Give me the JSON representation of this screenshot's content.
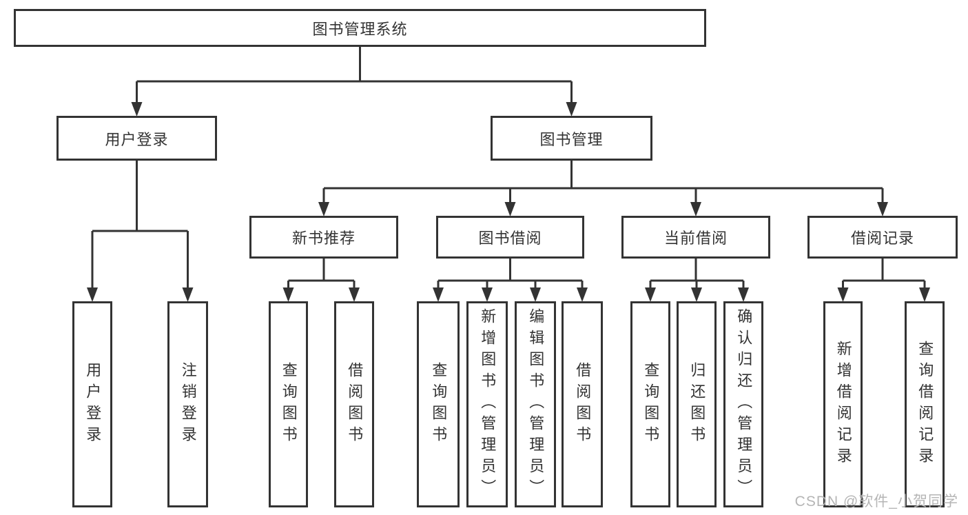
{
  "diagram": {
    "tree": {
      "id": "root",
      "label": "图书管理系统",
      "children": [
        {
          "id": "login",
          "label": "用户登录",
          "children": [
            {
              "id": "login_1",
              "label": "用户登录"
            },
            {
              "id": "login_2",
              "label": "注销登录"
            }
          ]
        },
        {
          "id": "mgmt",
          "label": "图书管理",
          "children": [
            {
              "id": "newbook",
              "label": "新书推荐",
              "children": [
                {
                  "id": "newbook_1",
                  "label": "查询图书"
                },
                {
                  "id": "newbook_2",
                  "label": "借阅图书"
                }
              ]
            },
            {
              "id": "borrow",
              "label": "图书借阅",
              "children": [
                {
                  "id": "borrow_1",
                  "label": "查询图书"
                },
                {
                  "id": "borrow_2",
                  "label": "新增图书（管理员）"
                },
                {
                  "id": "borrow_3",
                  "label": "编辑图书（管理员）"
                },
                {
                  "id": "borrow_4",
                  "label": "借阅图书"
                }
              ]
            },
            {
              "id": "current",
              "label": "当前借阅",
              "children": [
                {
                  "id": "current_1",
                  "label": "查询图书"
                },
                {
                  "id": "current_2",
                  "label": "归还图书"
                },
                {
                  "id": "current_3",
                  "label": "确认归还（管理员）"
                }
              ]
            },
            {
              "id": "record",
              "label": "借阅记录",
              "children": [
                {
                  "id": "record_1",
                  "label": "新增借阅记录"
                },
                {
                  "id": "record_2",
                  "label": "查询借阅记录"
                }
              ]
            }
          ]
        }
      ]
    }
  },
  "watermark": {
    "text": "CSDN @软件_小贺同学"
  },
  "colors": {
    "line": "#333333",
    "box_border": "#333333",
    "box_background": "#ffffff",
    "text": "#333333",
    "watermark": "#b5b5b5",
    "page_background": "#ffffff"
  }
}
